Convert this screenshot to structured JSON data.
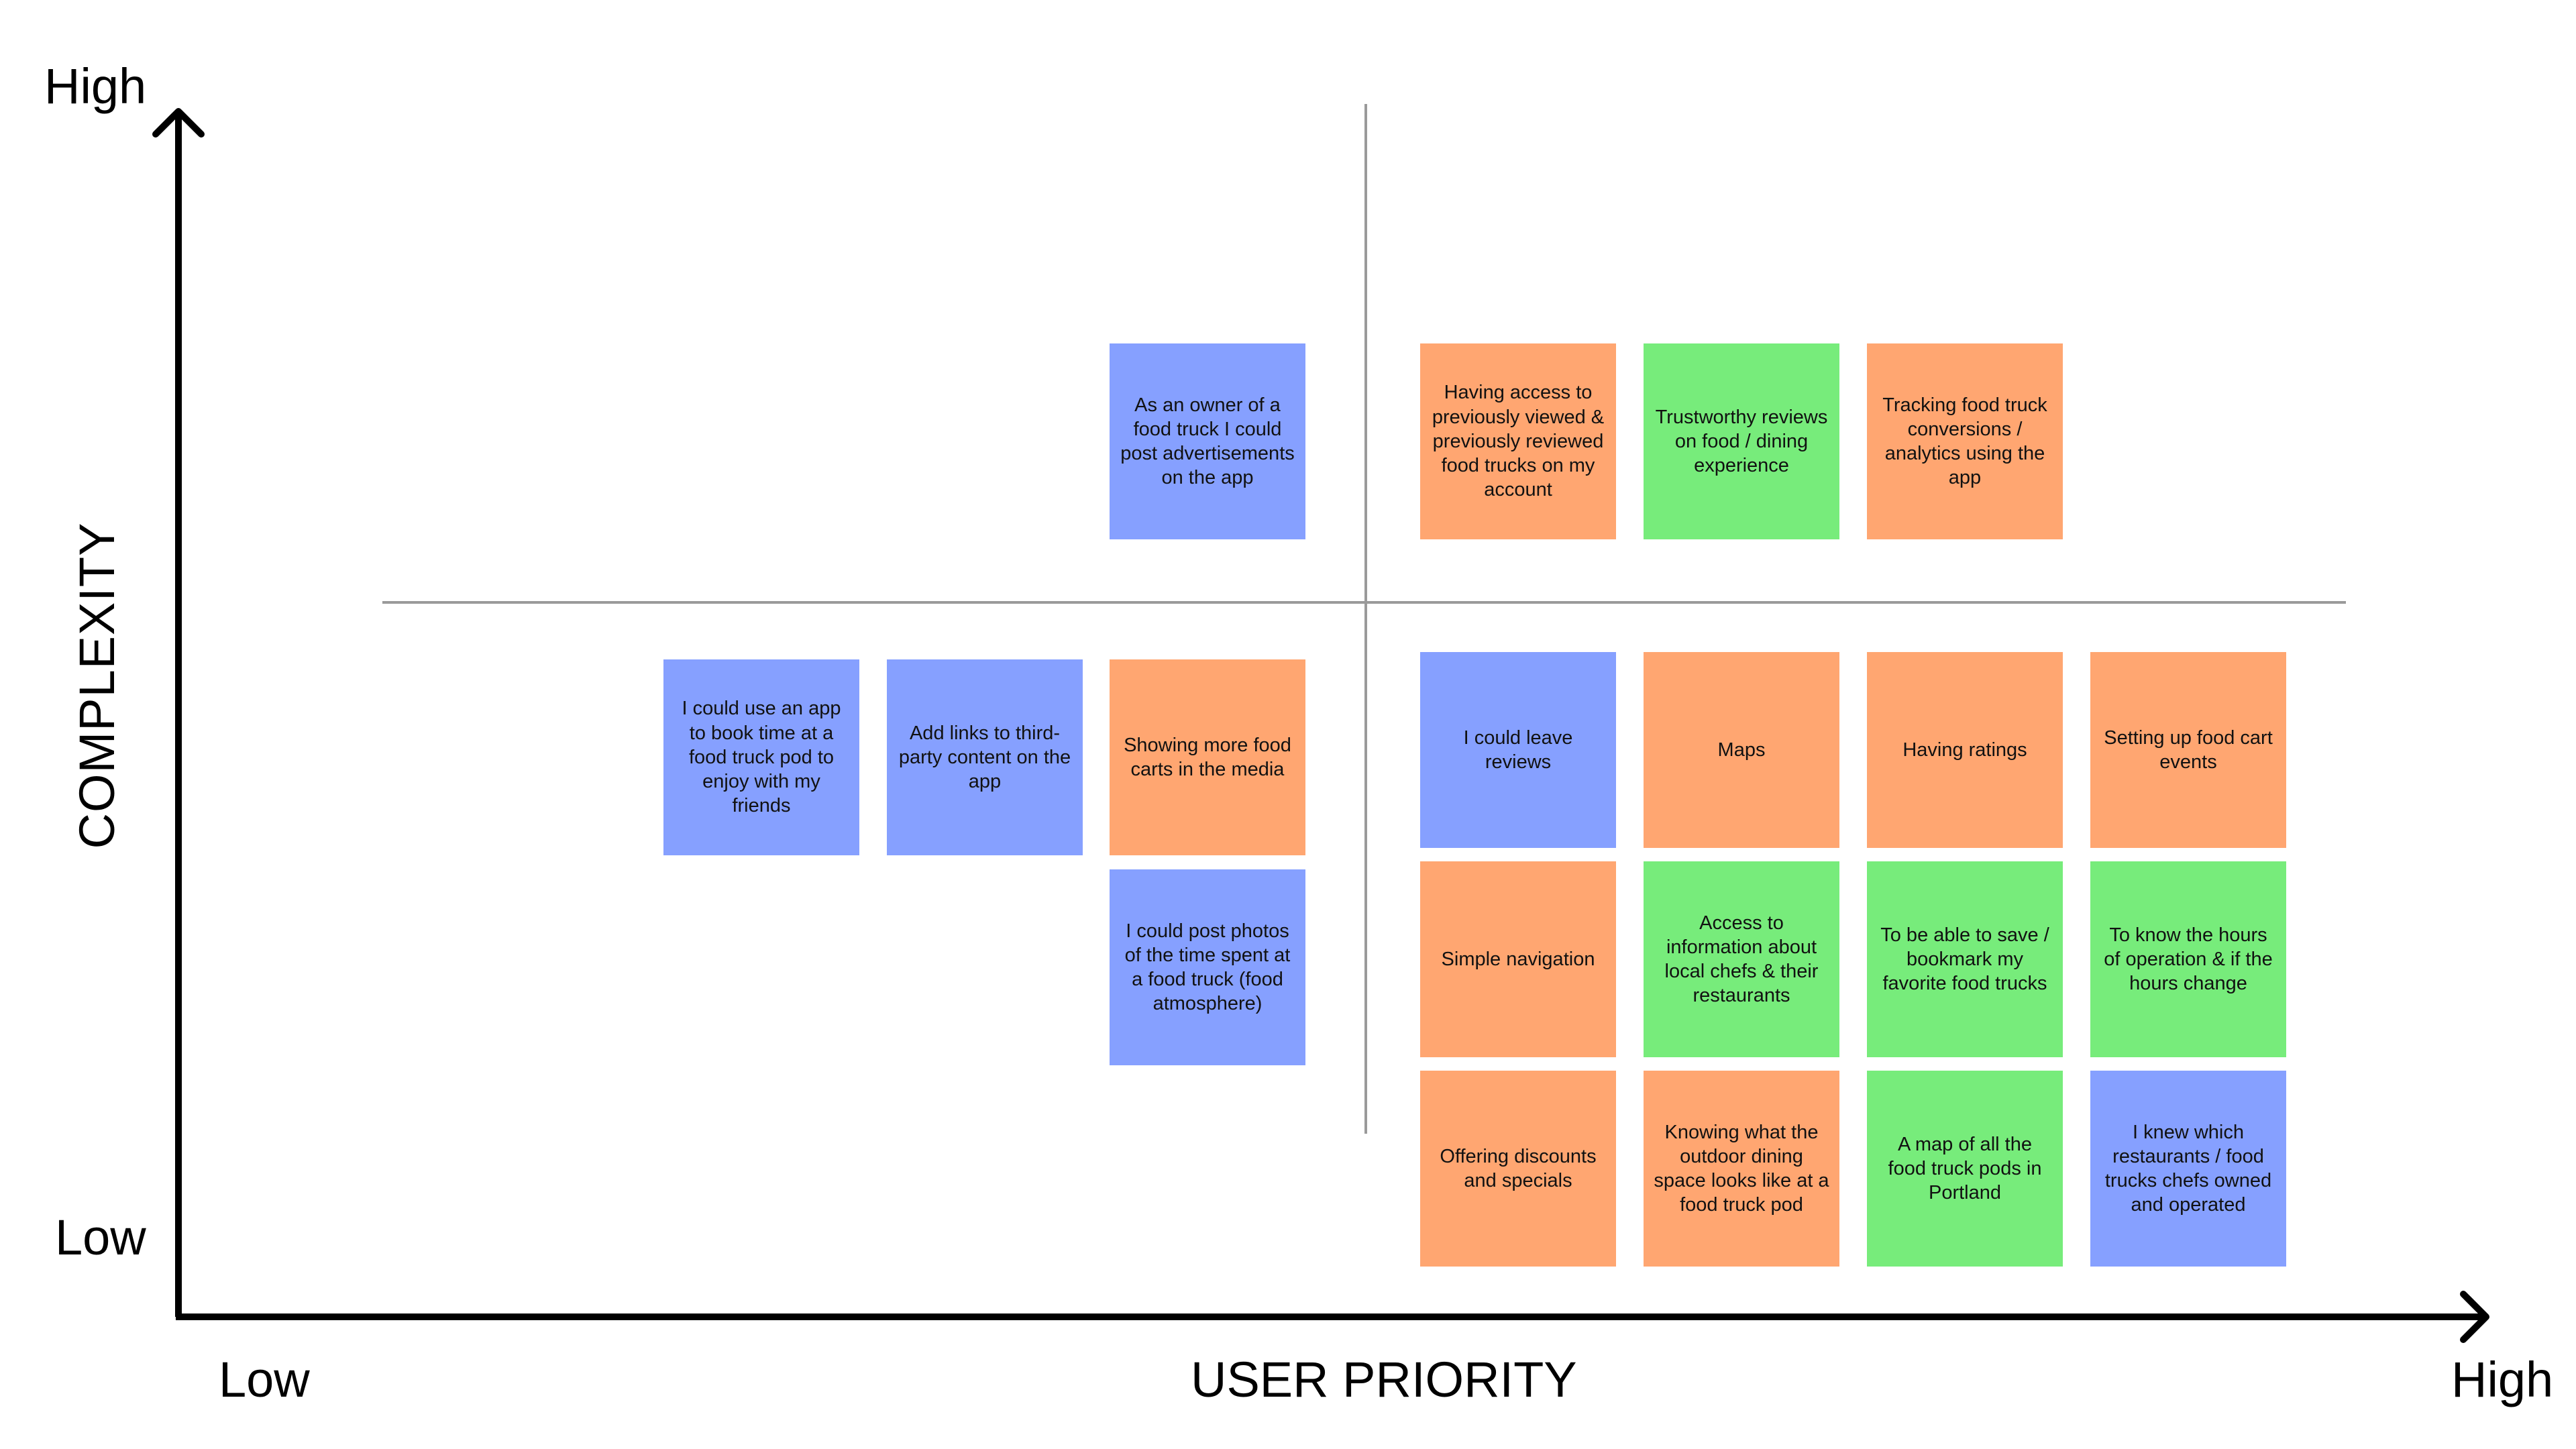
{
  "axes": {
    "y_title": "COMPLEXITY",
    "y_high": "High",
    "y_low": "Low",
    "x_title": "USER PRIORITY",
    "x_low": "Low",
    "x_high": "High"
  },
  "colors": {
    "orange": "#ffa671",
    "green": "#77ec7b",
    "blue": "#86a0ff",
    "axis": "#000000",
    "divider": "#9a9a9a"
  },
  "notes": [
    {
      "text": "As an owner of a food truck I could post advertisements on the app",
      "color": "blue"
    },
    {
      "text": "Having access to previously viewed & previously reviewed food trucks on my account",
      "color": "orange"
    },
    {
      "text": "Trustworthy reviews on food / dining experience",
      "color": "green"
    },
    {
      "text": "Tracking food truck conversions / analytics using the app",
      "color": "orange"
    },
    {
      "text": "I could use an app to book time at a food truck pod to enjoy with my friends",
      "color": "blue"
    },
    {
      "text": "Add links to third-party content on the app",
      "color": "blue"
    },
    {
      "text": "Showing more food carts in the media",
      "color": "orange"
    },
    {
      "text": "I could post photos of the time spent at a food truck (food atmosphere)",
      "color": "blue"
    },
    {
      "text": "I could leave reviews",
      "color": "blue"
    },
    {
      "text": "Maps",
      "color": "orange"
    },
    {
      "text": "Having ratings",
      "color": "orange"
    },
    {
      "text": "Setting up food cart events",
      "color": "orange"
    },
    {
      "text": "Simple navigation",
      "color": "orange"
    },
    {
      "text": "Access to information about local chefs & their restaurants",
      "color": "green"
    },
    {
      "text": "To be able to save / bookmark my favorite food trucks",
      "color": "green"
    },
    {
      "text": "To know the hours of operation & if the hours change",
      "color": "green"
    },
    {
      "text": "Offering discounts and specials",
      "color": "orange"
    },
    {
      "text": "Knowing what the outdoor dining space looks like at a food truck pod",
      "color": "orange"
    },
    {
      "text": "A map of all the food truck pods in Portland",
      "color": "green"
    },
    {
      "text": "I knew which restaurants / food trucks chefs owned and operated",
      "color": "blue"
    }
  ]
}
